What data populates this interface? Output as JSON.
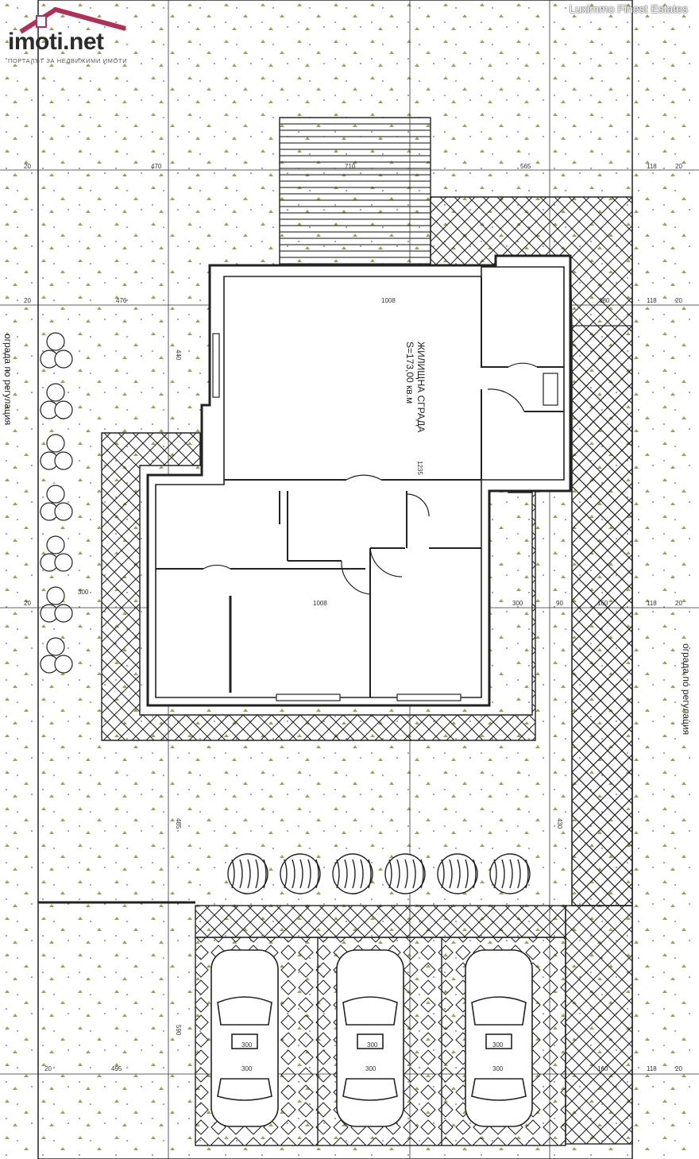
{
  "brand": {
    "name": "imoti.net",
    "tagline": "ПОРТАЛЪТ ЗА НЕДВИЖИМИ ИМОТИ",
    "accent": "#b0305a"
  },
  "watermark": "Luximmo Finest Estates",
  "plan": {
    "living_area_label": "ЖИЛИЩНА СГРАДА",
    "living_area_value": "S=173,00 кв.м",
    "fence_left": "ограда по регулация",
    "fence_right": "ограда по регулация",
    "dims_top": [
      "20",
      "470",
      "710",
      "565",
      "118",
      "20"
    ],
    "dims_second": [
      "20",
      "476",
      "1008",
      "180",
      "118",
      "20"
    ],
    "dims_middle": [
      "20",
      "300",
      "1008",
      "300",
      "90",
      "160",
      "118",
      "20"
    ],
    "dims_bottom": [
      "20",
      "495",
      "300",
      "300",
      "300",
      "160",
      "118",
      "20"
    ],
    "parking_spots": [
      "300",
      "300",
      "300"
    ],
    "vertical_dims": [
      "440",
      "1235",
      "485",
      "430",
      "590"
    ]
  }
}
